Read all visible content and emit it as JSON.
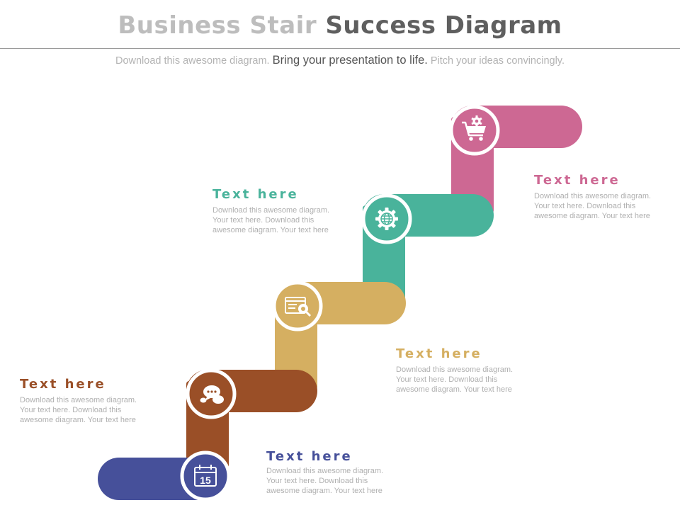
{
  "header": {
    "title_part1": "Business Stair",
    "title_part2": "Success Diagram",
    "subtitle_part1": "Download this awesome diagram.",
    "subtitle_part2": "Bring your presentation to life.",
    "subtitle_part3": "Pitch your ideas convincingly."
  },
  "steps": [
    {
      "icon": "calendar-icon",
      "icon_text": "15",
      "color": "#46509a"
    },
    {
      "icon": "chat-bubbles-icon",
      "color": "#9a4f27"
    },
    {
      "icon": "browser-search-icon",
      "color": "#d5af61"
    },
    {
      "icon": "globe-gear-icon",
      "color": "#49b39b"
    },
    {
      "icon": "shopping-cart-gear-icon",
      "color": "#cd6893"
    }
  ],
  "labels": [
    {
      "heading": "Text here",
      "body": "Download this awesome diagram. Your text here. Download this awesome diagram. Your text here",
      "color": "#46509a"
    },
    {
      "heading": "Text here",
      "body": "Download this awesome diagram. Your text here. Download this awesome diagram. Your text here",
      "color": "#9a4f27"
    },
    {
      "heading": "Text here",
      "body": "Download this awesome diagram. Your text here. Download this awesome diagram. Your text here",
      "color": "#d5af61"
    },
    {
      "heading": "Text here",
      "body": "Download this awesome diagram. Your text here. Download this awesome diagram. Your text here",
      "color": "#49b39b"
    },
    {
      "heading": "Text here",
      "body": "Download this awesome diagram. Your text here. Download this awesome diagram. Your text here",
      "color": "#cd6893"
    }
  ]
}
